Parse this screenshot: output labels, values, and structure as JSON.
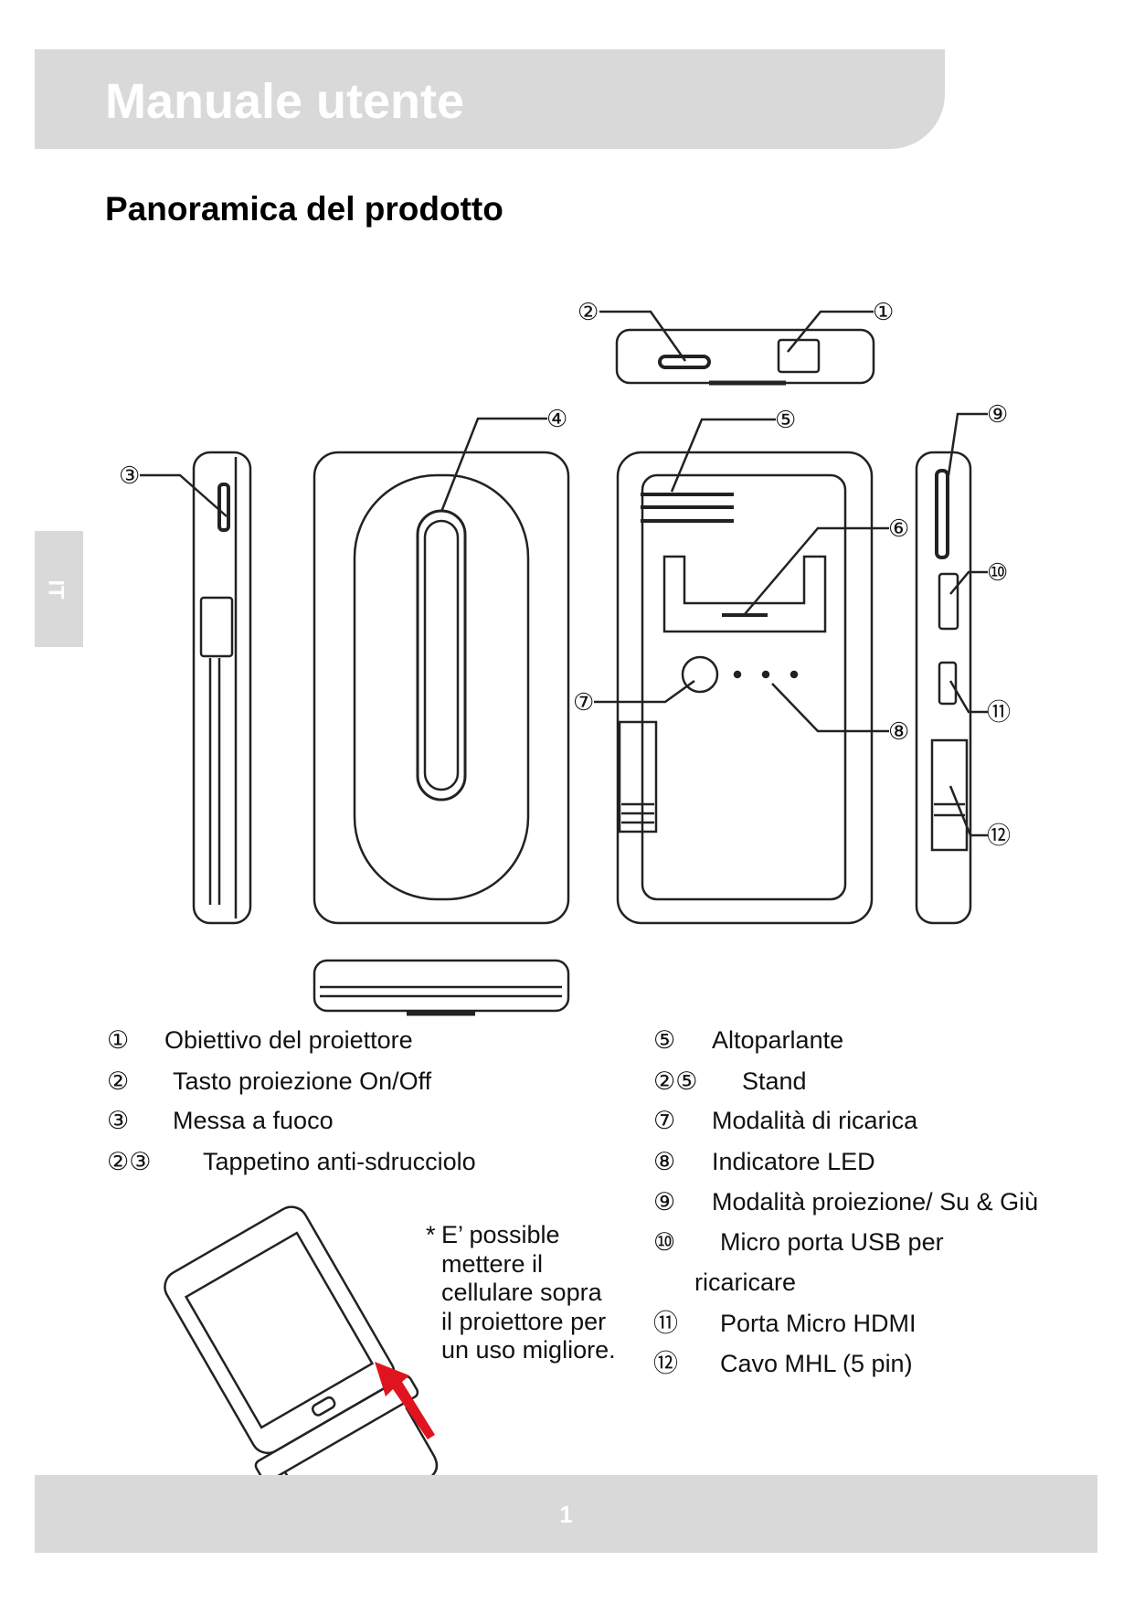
{
  "header": {
    "title": "Manuale utente"
  },
  "section_title": "Panoramica del prodotto",
  "side_tab": "IT",
  "diagram_callouts": [
    "①",
    "②",
    "③",
    "④",
    "⑤",
    "⑥",
    "⑦",
    "⑧",
    "⑨",
    "⑩",
    "⑪",
    "⑫"
  ],
  "legend_left": [
    {
      "num": "①",
      "label": "Obiettivo del proiettore"
    },
    {
      "num": "②",
      "label": "Tasto proiezione On/Off"
    },
    {
      "num": "③",
      "label": "Messa a fuoco"
    },
    {
      "num": "②③",
      "label": "Tappetino anti-sdrucciolo"
    }
  ],
  "legend_right": [
    {
      "num": "⑤",
      "label": "Altoparlante"
    },
    {
      "num": "②⑤",
      "label": "Stand"
    },
    {
      "num": "⑦",
      "label": "Modalità di ricarica"
    },
    {
      "num": "⑧",
      "label": "Indicatore LED"
    },
    {
      "num": "⑨",
      "label": "Modalità proiezione/ Su & Giù"
    },
    {
      "num": "⑩",
      "label": "Micro porta USB per",
      "cont": "ricaricare"
    },
    {
      "num": "⑪",
      "label": "Porta Micro HDMI"
    },
    {
      "num": "⑫",
      "label": "Cavo MHL (5 pin)"
    }
  ],
  "note": {
    "asterisk": "*",
    "lines": [
      "E’ possible",
      "mettere il",
      "cellulare sopra",
      "il proiettore per",
      "un uso migliore."
    ]
  },
  "colors": {
    "band": "#d9d9d9",
    "arrow": "#e0141e"
  },
  "footer": {
    "page_number": "1"
  }
}
